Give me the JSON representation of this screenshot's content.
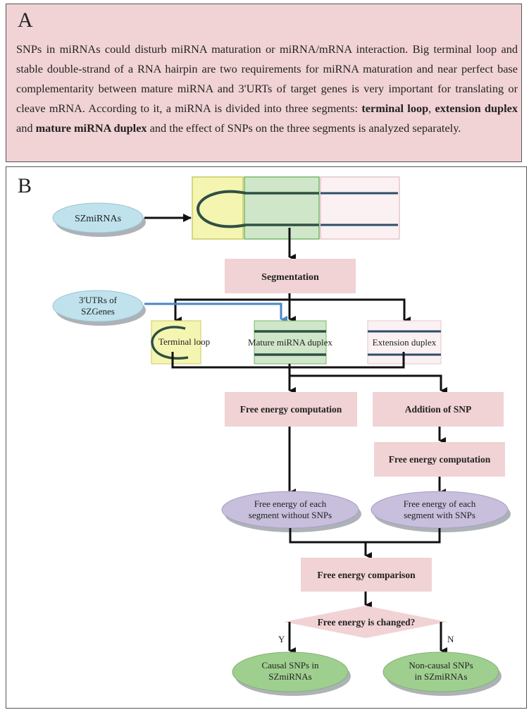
{
  "panel_a": {
    "letter": "A",
    "segments": [
      {
        "text": "SNPs in miRNAs could disturb miRNA maturation or miRNA/mRNA interaction. Big terminal loop and stable double-strand of a RNA hairpin are two requirements for miRNA maturation and near perfect base complementarity between mature miRNA and 3'URTs of target genes is very important for translating or cleave mRNA. According to it, a miRNA is divided into three segments: ",
        "bold": false
      },
      {
        "text": "terminal loop",
        "bold": true
      },
      {
        "text": ", ",
        "bold": false
      },
      {
        "text": "extension duplex",
        "bold": true
      },
      {
        "text": " and ",
        "bold": false
      },
      {
        "text": "mature miRNA duplex",
        "bold": true
      },
      {
        "text": " and the effect of SNPs on the three segments is analyzed separately.",
        "bold": false
      }
    ]
  },
  "panel_b": {
    "letter": "B",
    "input_szmirnas": "SZmiRNAs",
    "input_utrs_line1": "3'UTRs of",
    "input_utrs_line2": "SZGenes",
    "segmentation": "Segmentation",
    "terminal_loop": "Terminal loop",
    "mature_duplex": "Mature miRNA duplex",
    "extension_duplex": "Extension duplex",
    "free_energy_left": "Free energy computation",
    "addition_snp": "Addition of SNP",
    "free_energy_right": "Free energy computation",
    "result_without_line1": "Free energy of each",
    "result_without_line2": "segment without SNPs",
    "result_with_line1": "Free energy of each",
    "result_with_line2": "segment with SNPs",
    "comparison": "Free energy comparison",
    "decision": "Free energy is changed?",
    "yes_label": "Y",
    "no_label": "N",
    "causal_line1": "Causal SNPs in",
    "causal_line2": "SZmiRNAs",
    "noncausal_line1": "Non-causal SNPs",
    "noncausal_line2": "in SZmiRNAs"
  },
  "colors": {
    "pink_box": "#f1d3d5",
    "blue_ellipse": "#bfe2ec",
    "purple_ellipse": "#c7bfdc",
    "green_ellipse": "#9fcf8f",
    "yellow_box": "#f5f5b2",
    "green_box": "#cfe6c9",
    "rna_strand": "#2e4d6b",
    "blue_arrow": "#4a86c8"
  }
}
